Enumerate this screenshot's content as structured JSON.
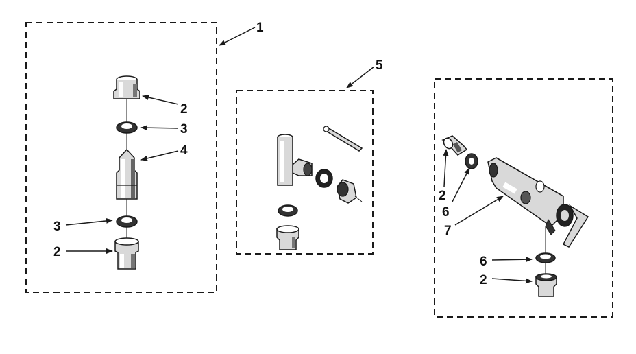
{
  "diagram": {
    "line_color": "#1a1a1a",
    "groups": [
      {
        "name": "kit-1",
        "callout": "1",
        "parts": [
          {
            "label": "2"
          },
          {
            "label": "3"
          },
          {
            "label": "4"
          },
          {
            "label": "3"
          },
          {
            "label": "2"
          }
        ]
      },
      {
        "name": "kit-5",
        "callout": "5"
      },
      {
        "name": "kit-7",
        "parts": [
          {
            "label": "2"
          },
          {
            "label": "6"
          },
          {
            "label": "7"
          },
          {
            "label": "6"
          },
          {
            "label": "2"
          }
        ]
      }
    ]
  }
}
